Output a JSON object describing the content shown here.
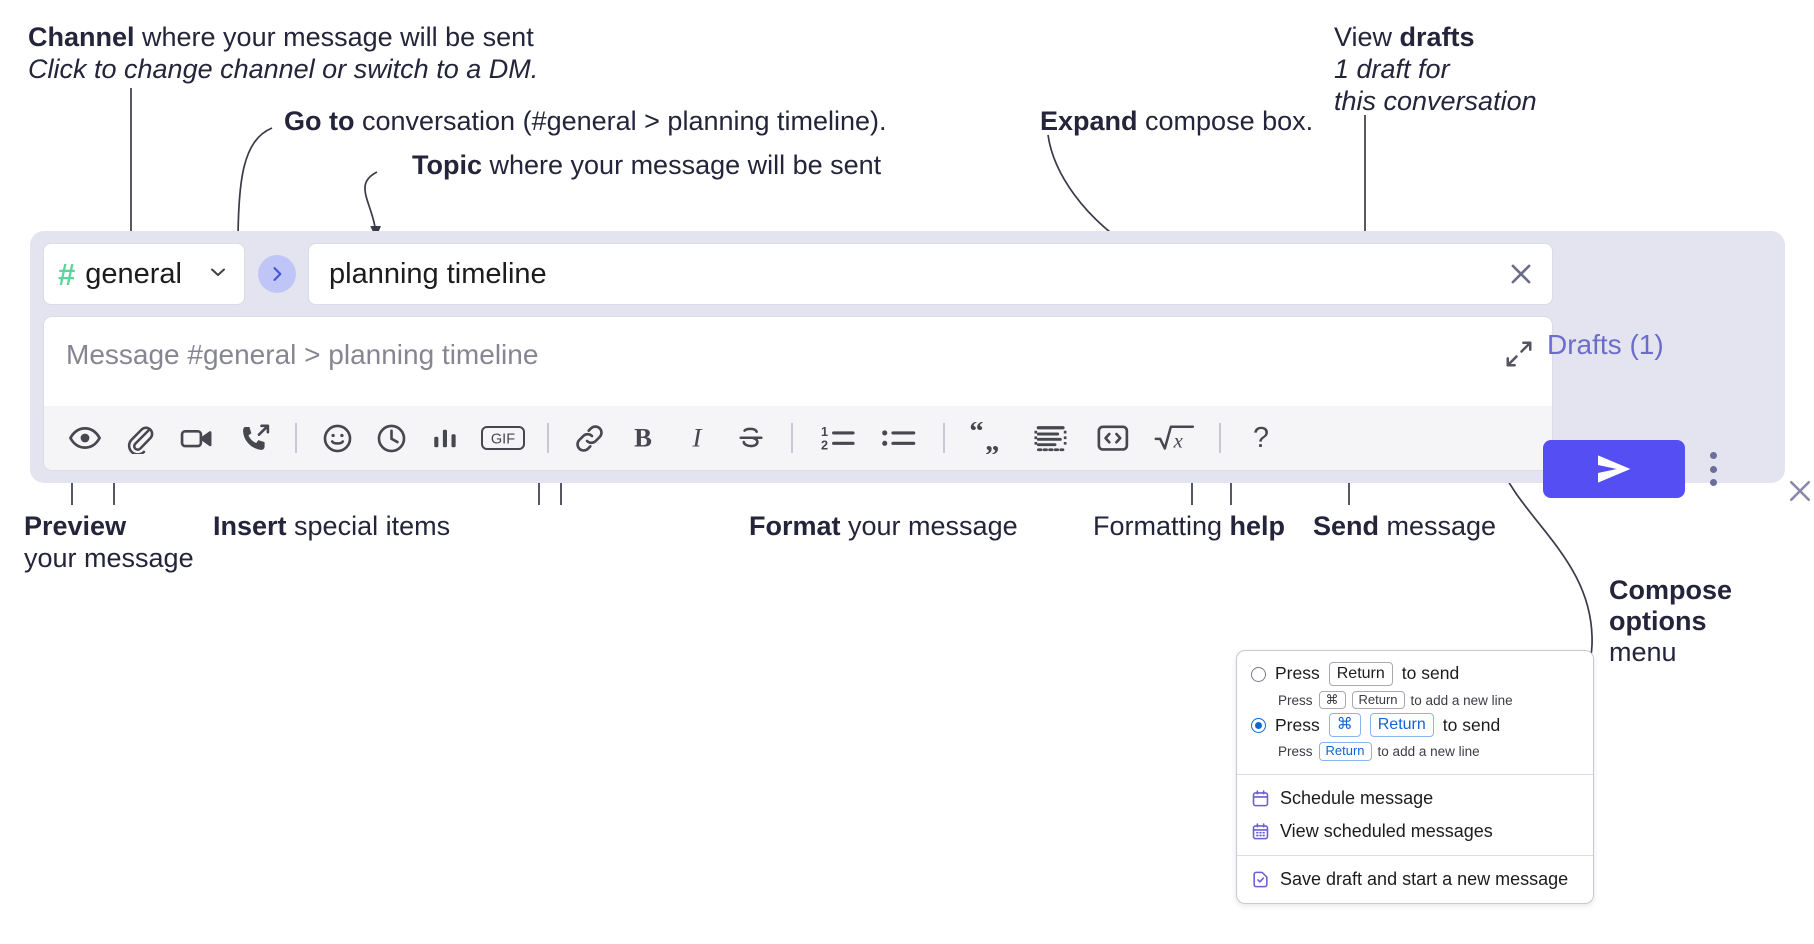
{
  "annotations": {
    "channel": {
      "bold": "Channel",
      "rest": " where your message will be sent",
      "sub": "Click to change channel or switch to a DM."
    },
    "goto": {
      "bold": "Go to",
      "rest": " conversation (#general > planning timeline)."
    },
    "topic": {
      "bold": "Topic",
      "rest": " where your message will be sent"
    },
    "expand": {
      "bold": "Expand",
      "rest": " compose box."
    },
    "drafts": {
      "line1_plain": "View ",
      "line1_bold": "drafts",
      "line2": "1 draft for",
      "line3": "this conversation"
    },
    "preview": {
      "bold": "Preview",
      "line2": "your message"
    },
    "insert": {
      "bold": "Insert",
      "rest": " special items"
    },
    "format": {
      "bold": "Format",
      "rest": " your message"
    },
    "help": {
      "plain": "Formatting ",
      "bold": "help"
    },
    "send": {
      "bold": "Send",
      "rest": " message"
    },
    "compose_options": {
      "line1": "Compose",
      "line2": "options",
      "line3": "menu"
    }
  },
  "compose": {
    "channel_name": "general",
    "channel_hash": "#",
    "topic_value": "planning timeline",
    "message_placeholder": "Message #general > planning timeline",
    "drafts_label": "Drafts (1)",
    "toolbar": [
      {
        "name": "preview-icon",
        "label": "Preview"
      },
      {
        "name": "attachment-icon",
        "label": "Attach file"
      },
      {
        "name": "video-icon",
        "label": "Record video clip"
      },
      {
        "name": "audio-icon",
        "label": "Record audio clip"
      },
      {
        "name": "emoji-icon",
        "label": "Emoji"
      },
      {
        "name": "clock-icon",
        "label": "Reminder"
      },
      {
        "name": "poll-icon",
        "label": "Poll"
      },
      {
        "name": "gif-icon",
        "label": "GIF"
      },
      {
        "name": "link-icon",
        "label": "Link"
      },
      {
        "name": "bold-icon",
        "label": "B"
      },
      {
        "name": "italic-icon",
        "label": "I"
      },
      {
        "name": "strikethrough-icon",
        "label": "S"
      },
      {
        "name": "ordered-list-icon",
        "label": "Ordered list"
      },
      {
        "name": "bulleted-list-icon",
        "label": "Bulleted list"
      },
      {
        "name": "blockquote-icon",
        "label": "Blockquote"
      },
      {
        "name": "code-block-icon",
        "label": "Code block"
      },
      {
        "name": "inline-code-icon",
        "label": "Code"
      },
      {
        "name": "math-icon",
        "label": "Math"
      },
      {
        "name": "help-icon",
        "label": "?"
      }
    ]
  },
  "popup": {
    "option1": {
      "selected": false,
      "pre": "Press",
      "key": "Return",
      "post": "to send",
      "sub_pre": "Press",
      "sub_key1": "⌘",
      "sub_key2": "Return",
      "sub_post": "to add a new line"
    },
    "option2": {
      "selected": true,
      "pre": "Press",
      "key1": "⌘",
      "key2": "Return",
      "post": "to send",
      "sub_pre": "Press",
      "sub_key": "Return",
      "sub_post": "to add a new line"
    },
    "items": [
      {
        "icon": "calendar-icon",
        "label": "Schedule message"
      },
      {
        "icon": "calendar-grid-icon",
        "label": "View scheduled messages"
      },
      {
        "icon": "save-draft-icon",
        "label": "Save draft and start a new message"
      }
    ]
  },
  "colors": {
    "panel_bg": "#e3e4ef",
    "send_button": "#554ef2",
    "drafts_text": "#6c6ccb",
    "hash_green": "#5fd39c",
    "radio_blue": "#1264d3"
  }
}
